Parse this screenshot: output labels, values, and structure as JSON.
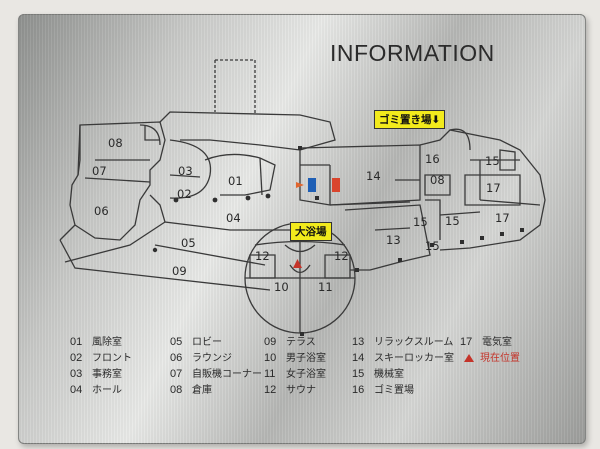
{
  "title": "INFORMATION",
  "tags": {
    "trash": "ゴミ置き場⬇",
    "bath": "大浴場"
  },
  "map_labels": {
    "r08a": "08",
    "r07": "07",
    "r06": "06",
    "r03": "03",
    "r02": "02",
    "r01": "01",
    "r04": "04",
    "r05": "05",
    "r09": "09",
    "r14": "14",
    "r16": "16",
    "r15a": "15",
    "r08b": "08",
    "r17a": "17",
    "r15b": "15",
    "r15c": "15",
    "r17b": "17",
    "r13": "13",
    "r15d": "15",
    "r12a": "12",
    "r12b": "12",
    "r10": "10",
    "r11": "11"
  },
  "legend": [
    {
      "num": "01",
      "name": "風除室"
    },
    {
      "num": "02",
      "name": "フロント"
    },
    {
      "num": "03",
      "name": "事務室"
    },
    {
      "num": "04",
      "name": "ホール"
    },
    {
      "num": "05",
      "name": "ロビー"
    },
    {
      "num": "06",
      "name": "ラウンジ"
    },
    {
      "num": "07",
      "name": "自販機コーナー"
    },
    {
      "num": "08",
      "name": "倉庫"
    },
    {
      "num": "09",
      "name": "テラス"
    },
    {
      "num": "10",
      "name": "男子浴室"
    },
    {
      "num": "11",
      "name": "女子浴室"
    },
    {
      "num": "12",
      "name": "サウナ"
    },
    {
      "num": "13",
      "name": "リラックスルーム"
    },
    {
      "num": "14",
      "name": "スキーロッカー室"
    },
    {
      "num": "15",
      "name": "機械室"
    },
    {
      "num": "16",
      "name": "ゴミ置場"
    },
    {
      "num": "17",
      "name": "電気室"
    },
    {
      "num": "",
      "name": "現在位置"
    }
  ],
  "colors": {
    "current_marker": "#c4342a",
    "tag_yellow": "#f2ea1c",
    "male_icon": "#1f5fb5",
    "female_icon": "#d9452d"
  }
}
